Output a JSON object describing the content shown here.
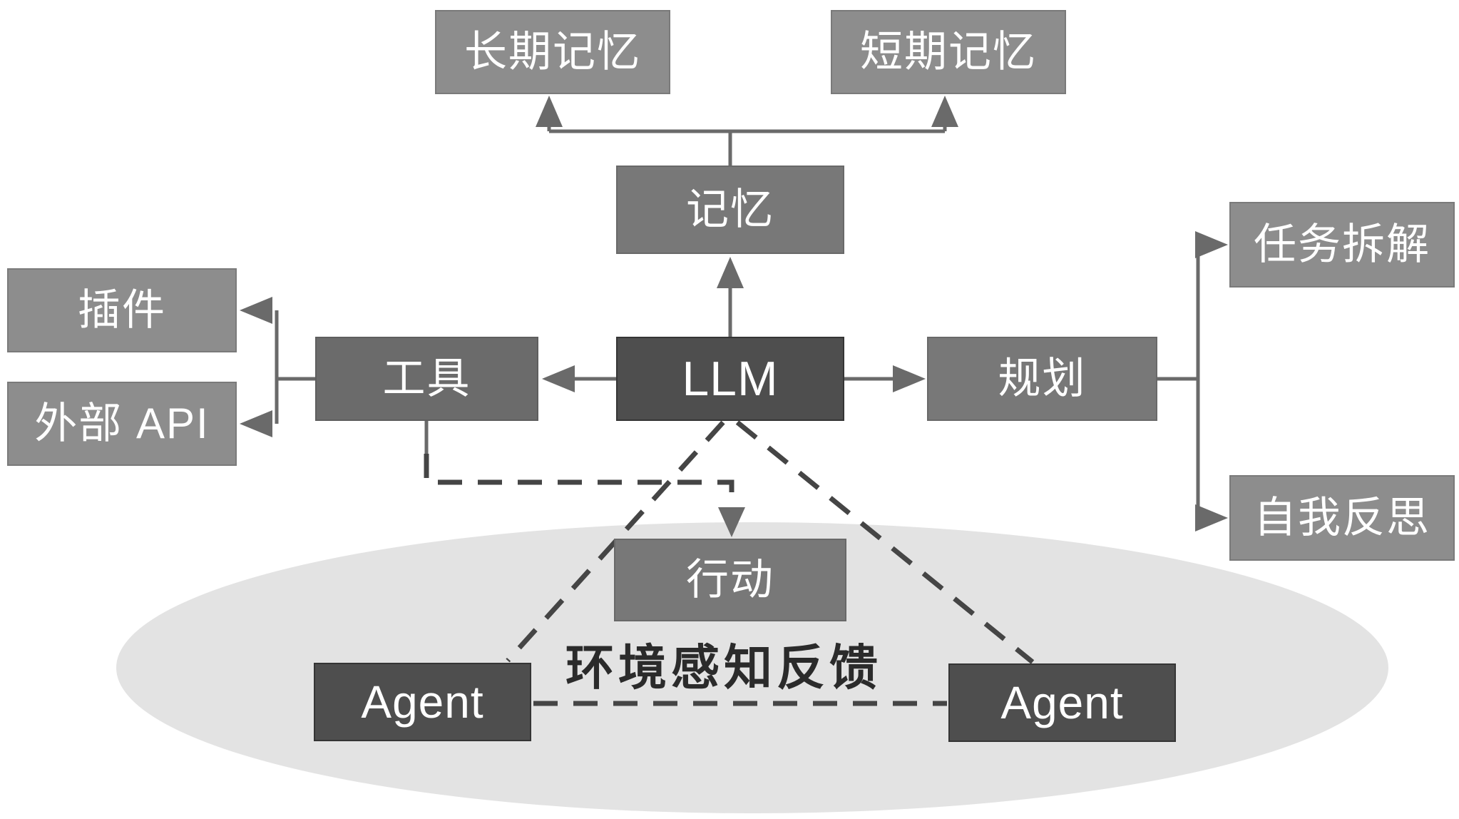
{
  "diagram": {
    "nodes": {
      "long_term_memory": {
        "label": "长期记忆"
      },
      "short_term_memory": {
        "label": "短期记忆"
      },
      "memory": {
        "label": "记忆"
      },
      "plugin": {
        "label": "插件"
      },
      "external_api": {
        "label": "外部 API"
      },
      "tools": {
        "label": "工具"
      },
      "llm": {
        "label": "LLM"
      },
      "planning": {
        "label": "规划"
      },
      "task_decomposition": {
        "label": "任务拆解"
      },
      "self_reflection": {
        "label": "自我反思"
      },
      "action": {
        "label": "行动"
      },
      "agent_left": {
        "label": "Agent"
      },
      "agent_right": {
        "label": "Agent"
      }
    },
    "environment_label": "环境感知反馈",
    "colors": {
      "box_light": "#8d8d8d",
      "box_medium": "#787878",
      "box_tools": "#6b6b6b",
      "box_dark": "#4e4e4e",
      "ellipse_fill": "#e3e3e3",
      "line": "#6a6a6a",
      "dashed_line": "#454545",
      "label_text": "#ffffff",
      "environment_text": "#2b2b2b",
      "background": "#ffffff"
    }
  }
}
